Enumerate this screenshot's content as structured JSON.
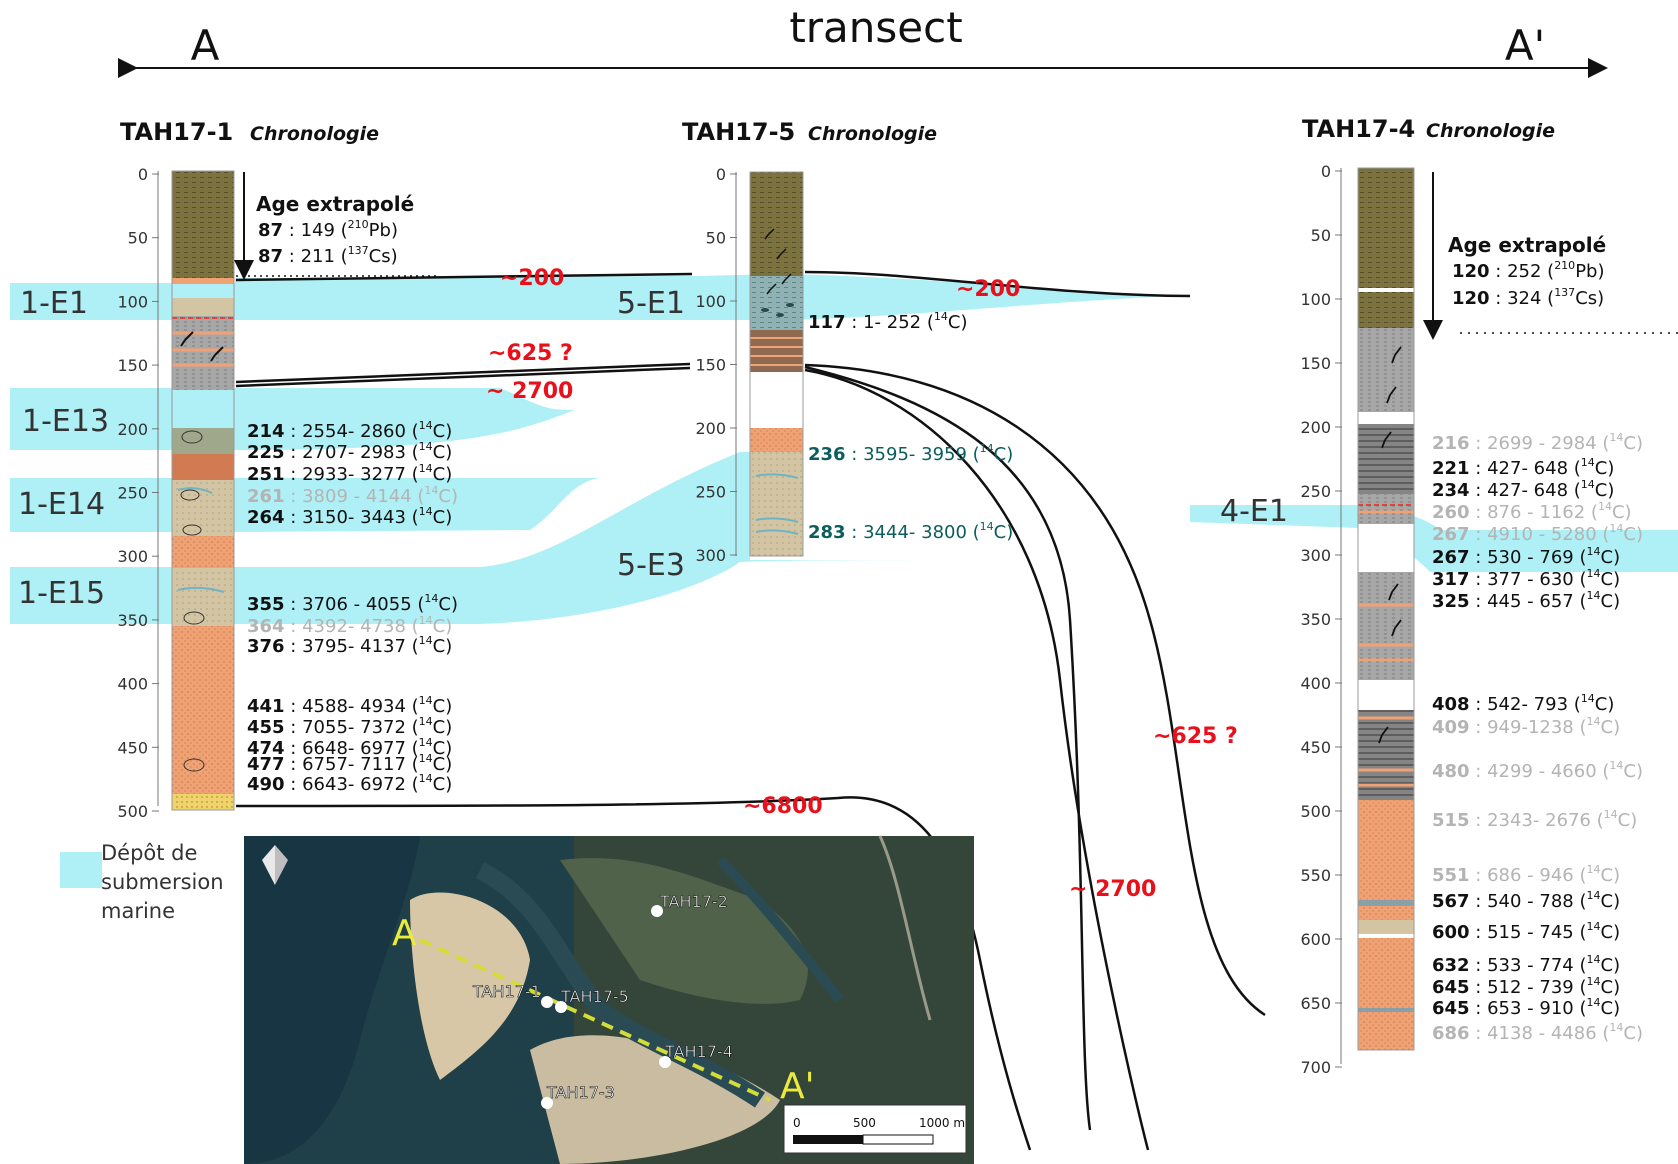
{
  "transect": {
    "title": "transect",
    "left_label": "A",
    "right_label": "A'"
  },
  "colors": {
    "marine_deposit": "#aef0f5",
    "event_age": "#e8111b",
    "gray_age": "#b4b4b4",
    "teal_depth": "#0b5d5e",
    "olive_unit": "#7b7240",
    "orange_unit": "#f0a274",
    "gray_unit": "#a7a7a7",
    "dark_gray_unit": "#858585",
    "beige_unit": "#d3c5a3",
    "yellow_unit": "#f0d36a"
  },
  "cores": [
    {
      "name": "TAH17-1",
      "subtitle": "Chronologie",
      "ticks": [
        "0",
        "50",
        "100",
        "150",
        "200",
        "250",
        "300",
        "350",
        "400",
        "450",
        "500"
      ],
      "extrap_title": "Age extrapolé",
      "extrap": [
        {
          "depth": "87",
          "range": "149",
          "method": "210",
          "element": "Pb"
        },
        {
          "depth": "87",
          "range": "211",
          "method": "137",
          "element": "Cs"
        }
      ],
      "dates": [
        {
          "depth": "214",
          "range": "2554- 2860",
          "method": "14",
          "element": "C",
          "tone": "black"
        },
        {
          "depth": "225",
          "range": "2707- 2983",
          "method": "14",
          "element": "C",
          "tone": "black"
        },
        {
          "depth": "251",
          "range": "2933- 3277",
          "method": "14",
          "element": "C",
          "tone": "black"
        },
        {
          "depth": "261",
          "range": "3809 - 4144",
          "method": "14",
          "element": "C",
          "tone": "gray"
        },
        {
          "depth": "264",
          "range": "3150- 3443",
          "method": "14",
          "element": "C",
          "tone": "black"
        },
        {
          "depth": "355",
          "range": "3706 - 4055",
          "method": "14",
          "element": "C",
          "tone": "black"
        },
        {
          "depth": "364",
          "range": "4392- 4738",
          "method": "14",
          "element": "C",
          "tone": "gray"
        },
        {
          "depth": "376",
          "range": "3795- 4137",
          "method": "14",
          "element": "C",
          "tone": "black"
        },
        {
          "depth": "441",
          "range": "4588- 4934",
          "method": "14",
          "element": "C",
          "tone": "black"
        },
        {
          "depth": "455",
          "range": "7055- 7372",
          "method": "14",
          "element": "C",
          "tone": "black"
        },
        {
          "depth": "474",
          "range": "6648- 6977",
          "method": "14",
          "element": "C",
          "tone": "black"
        },
        {
          "depth": "477",
          "range": "6757- 7117",
          "method": "14",
          "element": "C",
          "tone": "black"
        },
        {
          "depth": "490",
          "range": "6643- 6972",
          "method": "14",
          "element": "C",
          "tone": "black"
        }
      ],
      "events": [
        "1-E1",
        "1-E13",
        "1-E14",
        "1-E15"
      ]
    },
    {
      "name": "TAH17-5",
      "subtitle": "Chronologie",
      "ticks": [
        "0",
        "50",
        "100",
        "150",
        "200",
        "250",
        "300"
      ],
      "dates": [
        {
          "depth": "117",
          "range": "1- 252",
          "method": "14",
          "element": "C",
          "tone": "black"
        },
        {
          "depth": "236",
          "range": "3595- 3959",
          "method": "14",
          "element": "C",
          "tone": "teal"
        },
        {
          "depth": "283",
          "range": "3444- 3800",
          "method": "14",
          "element": "C",
          "tone": "teal"
        }
      ],
      "events": [
        "5-E1",
        "5-E3"
      ]
    },
    {
      "name": "TAH17-4",
      "subtitle": "Chronologie",
      "ticks": [
        "0",
        "50",
        "100",
        "150",
        "200",
        "250",
        "300",
        "350",
        "400",
        "450",
        "500",
        "550",
        "600",
        "650",
        "700"
      ],
      "extrap_title": "Age extrapolé",
      "extrap": [
        {
          "depth": "120",
          "range": "252",
          "method": "210",
          "element": "Pb"
        },
        {
          "depth": "120",
          "range": "324",
          "method": "137",
          "element": "Cs"
        }
      ],
      "dates": [
        {
          "depth": "216",
          "range": "2699 - 2984",
          "method": "14",
          "element": "C",
          "tone": "gray"
        },
        {
          "depth": "221",
          "range": "427- 648",
          "method": "14",
          "element": "C",
          "tone": "black"
        },
        {
          "depth": "234",
          "range": "427- 648",
          "method": "14",
          "element": "C",
          "tone": "black"
        },
        {
          "depth": "260",
          "range": "876 - 1162",
          "method": "14",
          "element": "C",
          "tone": "gray"
        },
        {
          "depth": "267",
          "range": "4910 - 5280",
          "method": "14",
          "element": "C",
          "tone": "gray"
        },
        {
          "depth": "267",
          "range": "530 - 769",
          "method": "14",
          "element": "C",
          "tone": "black"
        },
        {
          "depth": "317",
          "range": "377 - 630",
          "method": "14",
          "element": "C",
          "tone": "black"
        },
        {
          "depth": "325",
          "range": "445 - 657",
          "method": "14",
          "element": "C",
          "tone": "black"
        },
        {
          "depth": "408",
          "range": "542- 793",
          "method": "14",
          "element": "C",
          "tone": "black"
        },
        {
          "depth": "409",
          "range": "949-1238",
          "method": "14",
          "element": "C",
          "tone": "gray"
        },
        {
          "depth": "480",
          "range": "4299 - 4660",
          "method": "14",
          "element": "C",
          "tone": "gray"
        },
        {
          "depth": "515",
          "range": "2343- 2676",
          "method": "14",
          "element": "C",
          "tone": "gray"
        },
        {
          "depth": "551",
          "range": "686 - 946",
          "method": "14",
          "element": "C",
          "tone": "gray"
        },
        {
          "depth": "567",
          "range": "540 - 788",
          "method": "14",
          "element": "C",
          "tone": "black"
        },
        {
          "depth": "600",
          "range": "515 - 745",
          "method": "14",
          "element": "C",
          "tone": "black"
        },
        {
          "depth": "632",
          "range": "533 - 774",
          "method": "14",
          "element": "C",
          "tone": "black"
        },
        {
          "depth": "645",
          "range": "512 - 739",
          "method": "14",
          "element": "C",
          "tone": "black"
        },
        {
          "depth": "645",
          "range": "653 - 910",
          "method": "14",
          "element": "C",
          "tone": "black"
        },
        {
          "depth": "686",
          "range": "4138 - 4486",
          "method": "14",
          "element": "C",
          "tone": "gray"
        }
      ],
      "events": [
        "4-E1"
      ]
    }
  ],
  "correlation_ages": [
    "~200",
    "~200",
    "~625 ?",
    "~ 2700",
    "~625 ?",
    "~6800",
    "~ 2700"
  ],
  "legend": {
    "line1": "Dépôt de",
    "line2": "submersion",
    "line3": "marine"
  },
  "map": {
    "endpoint_a": "A",
    "endpoint_b": "A'",
    "sites": [
      "TAH17-1",
      "TAH17-5",
      "TAH17-2",
      "TAH17-4",
      "TAH17-3"
    ],
    "scale": [
      "0",
      "500",
      "1000 m"
    ],
    "north_icon": "north-arrow"
  }
}
